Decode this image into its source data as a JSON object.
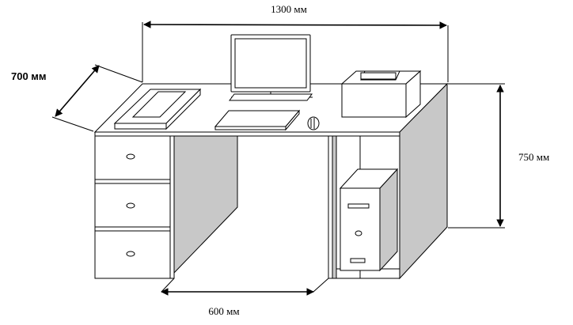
{
  "dimensions": {
    "width_label": "1300 мм",
    "depth_label": "700 мм",
    "height_label": "750 мм",
    "legroom_label": "600 мм"
  },
  "colors": {
    "outline": "#000000",
    "side_panel": "#c8c8c8",
    "background": "#ffffff"
  },
  "icons": {
    "monitor": "monitor-icon",
    "keyboard": "keyboard-icon",
    "mouse": "mouse-icon",
    "printer": "printer-icon",
    "tablet": "document-tray-icon",
    "pc_tower": "pc-tower-icon"
  }
}
